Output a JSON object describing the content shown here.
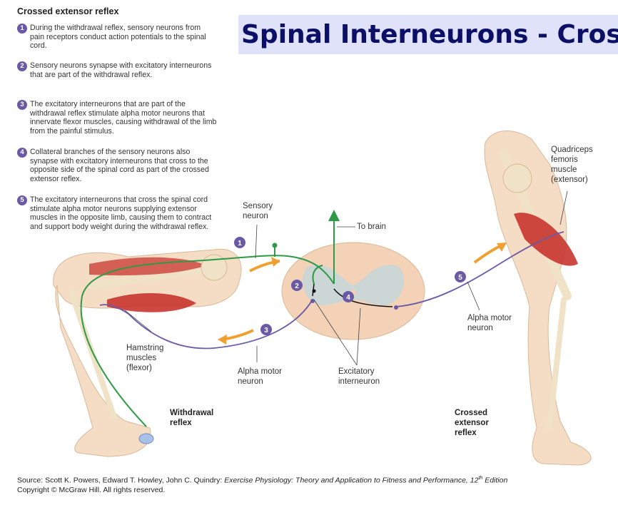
{
  "banner_title": "Spinal Interneurons - Cross",
  "diagram_title": "Crossed extensor reflex",
  "steps": [
    {
      "num": "1",
      "text": "During the withdrawal reflex, sensory neurons from pain receptors conduct action potentials to the spinal cord."
    },
    {
      "num": "2",
      "text": "Sensory neurons synapse with excitatory interneurons that are part of the withdrawal reflex."
    },
    {
      "num": "3",
      "text": "The excitatory interneurons that are part of the withdrawal reflex stimulate alpha motor neurons that innervate flexor muscles, causing withdrawal of the limb from the painful stimulus."
    },
    {
      "num": "4",
      "text": "Collateral branches of the sensory neurons also synapse with excitatory interneurons that cross to the opposite side of the spinal cord as part of the crossed extensor reflex."
    },
    {
      "num": "5",
      "text": "The excitatory interneurons that cross the spinal cord stimulate alpha motor neurons supplying extensor muscles in the opposite limb, causing them to contract and support body weight during the withdrawal reflex."
    }
  ],
  "labels": {
    "sensory_neuron": "Sensory\nneuron",
    "to_brain": "To brain",
    "quadriceps": "Quadriceps\nfemoris\nmuscle\n(extensor)",
    "alpha_motor_right": "Alpha motor\nneuron",
    "hamstring": "Hamstring\nmuscles\n(flexor)",
    "alpha_motor_left": "Alpha motor\nneuron",
    "excitatory_interneuron": "Excitatory\ninterneuron",
    "withdrawal_reflex": "Withdrawal\nreflex",
    "crossed_extensor_reflex": "Crossed\nextensor\nreflex"
  },
  "markers": [
    "1",
    "2",
    "3",
    "4",
    "5"
  ],
  "source": {
    "prefix": "Source: Scott K. Powers, Edward T. Howley, John C. Quindry: ",
    "book": "Exercise Physiology: Theory and Application to Fitness and Performance, 12",
    "sup": "th",
    "edition": " Edition",
    "copyright": "Copyright © McGraw Hill. All rights reserved."
  },
  "colors": {
    "sensory_neuron": "#2e9a47",
    "motor_neuron": "#6a5aa6",
    "muscle": "#c8352f",
    "arrow": "#f0a030",
    "banner_bg": "#dfe2f8",
    "banner_text": "#0b0f66"
  }
}
